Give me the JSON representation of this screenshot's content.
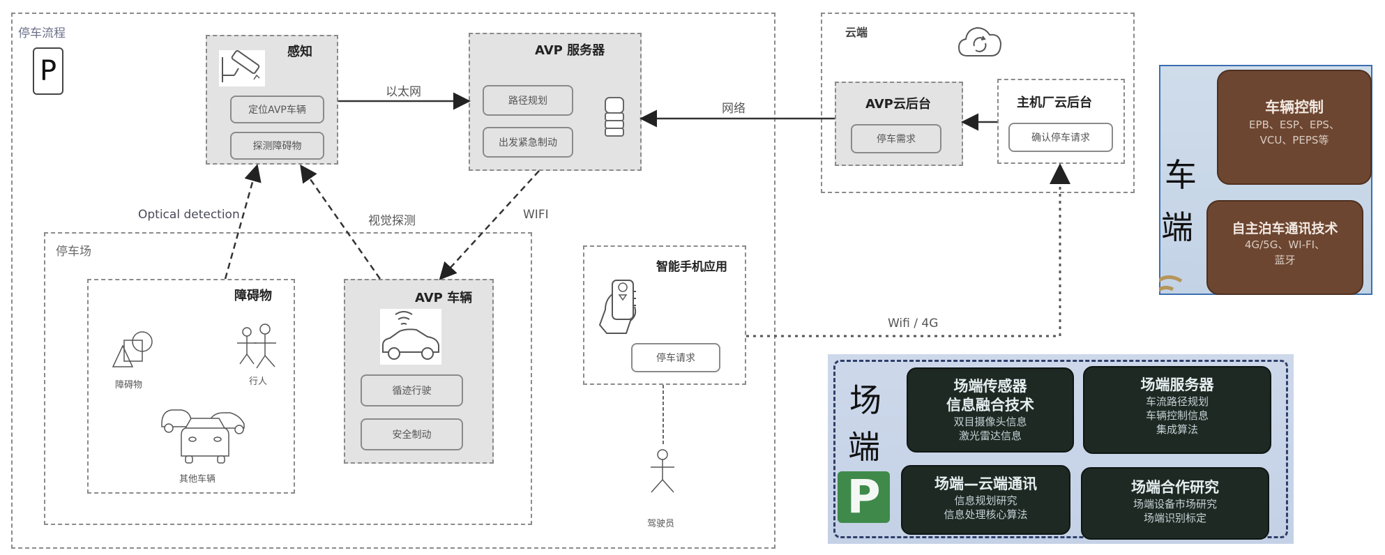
{
  "process": {
    "title": "停车流程",
    "parking_icon": "P"
  },
  "sensing": {
    "title": "感知",
    "icon": "cctv-camera-icon",
    "items": [
      "定位AVP车辆",
      "探测障碍物"
    ]
  },
  "server": {
    "title": "AVP 服务器",
    "icon": "server-stack-icon",
    "items": [
      "路径规划",
      "出发紧急制动"
    ]
  },
  "links": {
    "ethernet": "以太网",
    "network": "网络",
    "optical": "Optical detection",
    "visual": "视觉探测",
    "wifi": "WIFI",
    "wifi4g": "Wifi / 4G"
  },
  "parking_lot": {
    "title": "停车场",
    "obstacles": {
      "title": "障碍物",
      "shapes_label": "障碍物",
      "pedestrian_label": "行人",
      "vehicles_label": "其他车辆"
    },
    "avp_vehicle": {
      "title": "AVP 车辆",
      "icon": "connected-car-icon",
      "items": [
        "循迹行驶",
        "安全制动"
      ]
    }
  },
  "phone_app": {
    "title": "智能手机应用",
    "icon": "hand-phone-location-icon",
    "button": "停车请求"
  },
  "driver": {
    "label": "驾驶员"
  },
  "cloud": {
    "title": "云端",
    "icon": "cloud-sync-icon",
    "avp_backend": {
      "title": "AVP云后台",
      "item": "停车需求"
    },
    "oem_backend": {
      "title": "主机厂云后台",
      "item": "确认停车请求"
    }
  },
  "car_side": {
    "title_chars": [
      "车",
      "端"
    ],
    "icon": "wifi-icon",
    "cards": [
      {
        "title": "车辆控制",
        "lines": [
          "EPB、ESP、EPS、",
          "VCU、PEPS等"
        ]
      },
      {
        "title": "自主泊车通讯技术",
        "lines": [
          "4G/5G、WI-FI、",
          "蓝牙"
        ]
      }
    ],
    "colors": {
      "card": "#6d4631",
      "background": "#c8d7e8"
    }
  },
  "field_side": {
    "title_chars": [
      "场",
      "端"
    ],
    "icon": "parking-p-icon",
    "icon_text": "P",
    "cards": [
      {
        "title_lines": [
          "场端传感器",
          "信息融合技术"
        ],
        "lines": [
          "双目摄像头信息",
          "激光雷达信息"
        ]
      },
      {
        "title_lines": [
          "场端服务器"
        ],
        "lines": [
          "车流路径规划",
          "车辆控制信息",
          "集成算法"
        ]
      },
      {
        "title_lines": [
          "场端—云端通讯"
        ],
        "lines": [
          "信息规划研究",
          "信息处理核心算法"
        ]
      },
      {
        "title_lines": [
          "场端合作研究"
        ],
        "lines": [
          "场端设备市场研究",
          "场端识别标定"
        ]
      }
    ],
    "colors": {
      "card": "#1e2923",
      "icon": "#3f8a4a",
      "background": "#c8d4e8"
    }
  }
}
